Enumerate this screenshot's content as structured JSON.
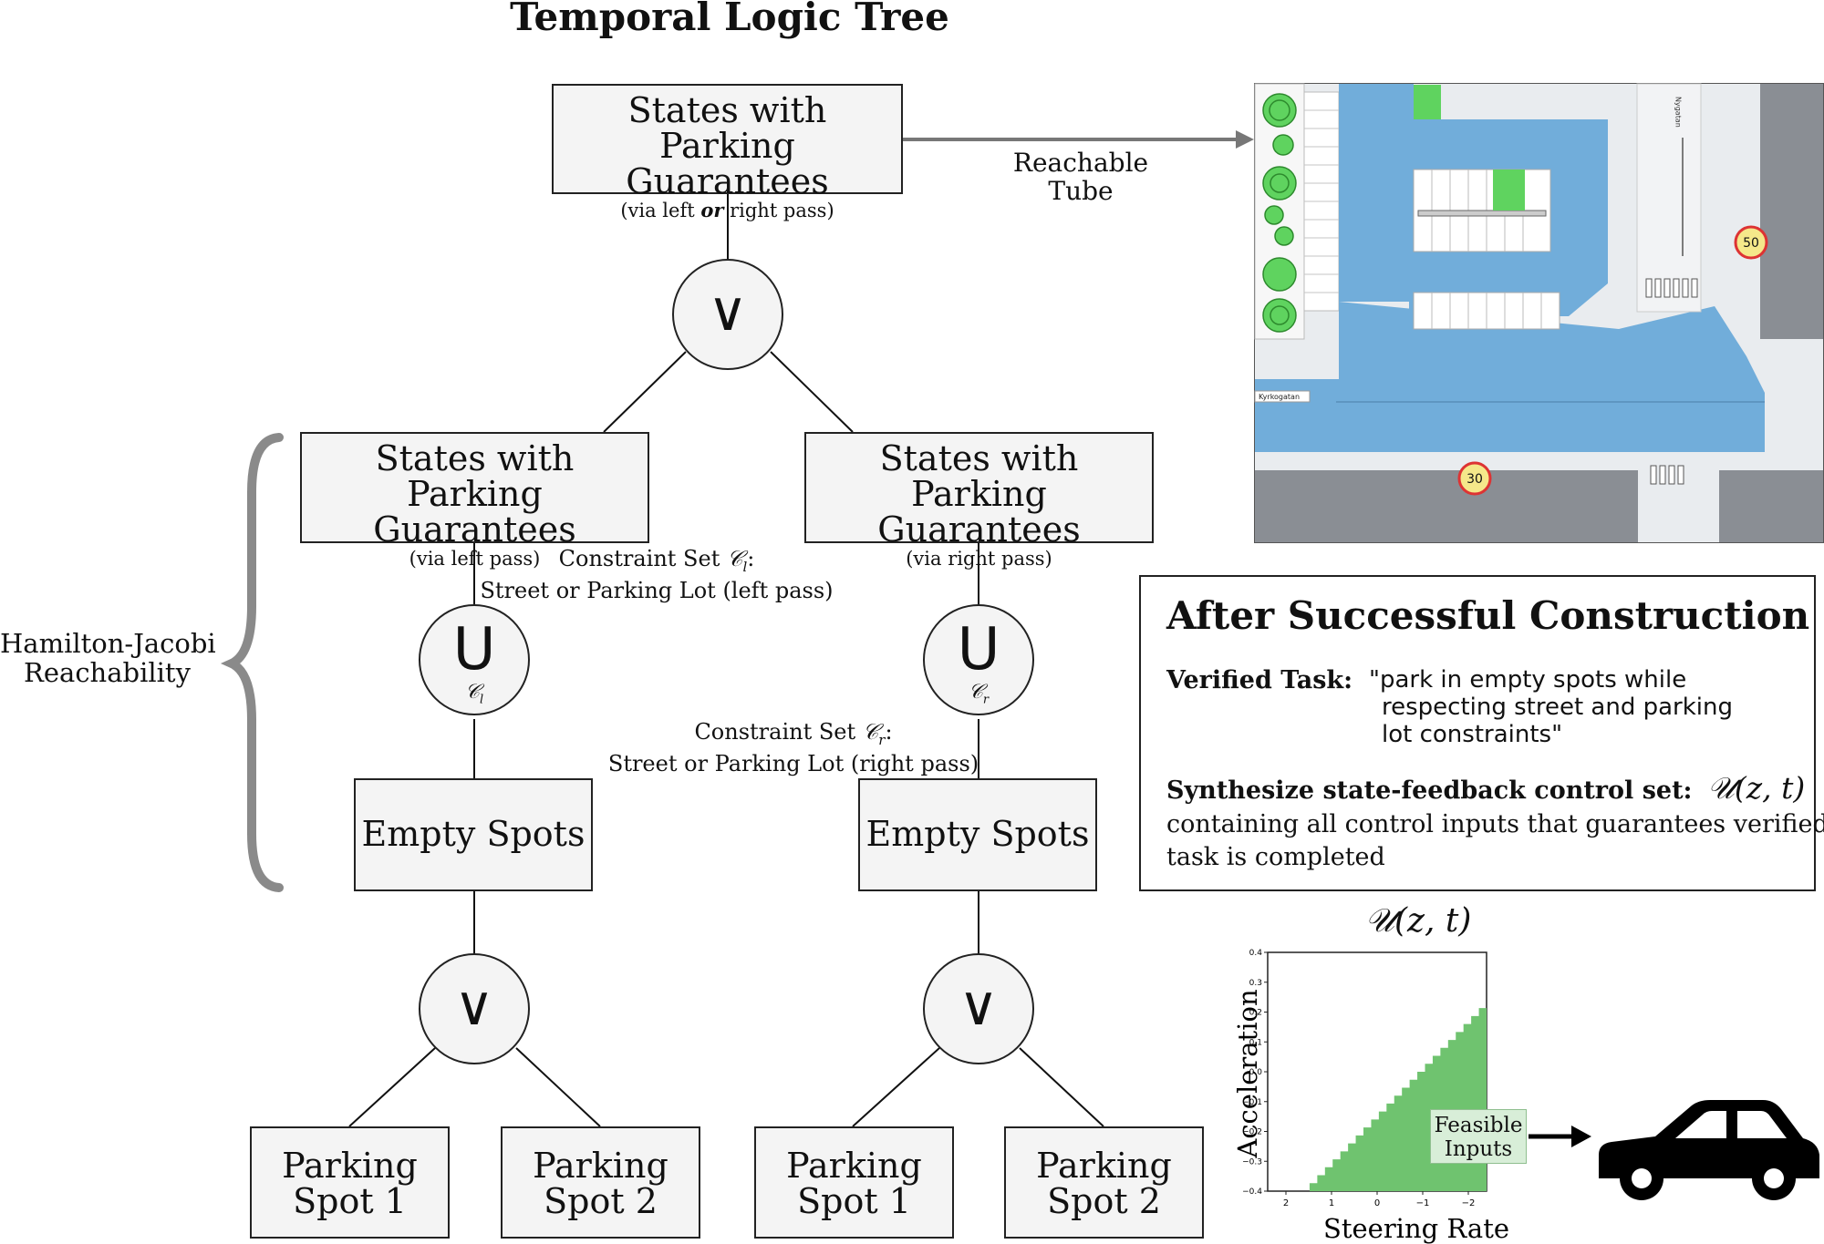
{
  "title": "Temporal Logic Tree",
  "root": {
    "line1": "States with",
    "line2": "Parking Guarantees",
    "sub_pre": "(via left ",
    "sub_or": "or",
    "sub_post": " right pass)"
  },
  "reachable_tube": {
    "line1": "Reachable",
    "line2": "Tube"
  },
  "or_symbol": "∨",
  "until_symbol": "U",
  "left_branch": {
    "line1": "States with",
    "line2": "Parking Guarantees",
    "sub": "(via left pass)",
    "constraint_title": "Constraint Set ",
    "constraint_symbol": "𝒞",
    "constraint_subscript": "l",
    "constraint_colon": ":",
    "constraint_desc": "Street or Parking Lot (left pass)",
    "empty_spots": "Empty Spots",
    "spot1": {
      "line1": "Parking",
      "line2": "Spot 1"
    },
    "spot2": {
      "line1": "Parking",
      "line2": "Spot 2"
    }
  },
  "right_branch": {
    "line1": "States with",
    "line2": "Parking Guarantees",
    "sub": "(via right pass)",
    "constraint_title": "Constraint Set ",
    "constraint_symbol": "𝒞",
    "constraint_subscript": "r",
    "constraint_colon": ":",
    "constraint_desc": "Street or Parking Lot (right pass)",
    "empty_spots": "Empty Spots",
    "spot1": {
      "line1": "Parking",
      "line2": "Spot 1"
    },
    "spot2": {
      "line1": "Parking",
      "line2": "Spot 2"
    }
  },
  "hj": {
    "line1": "Hamilton-Jacobi",
    "line2": "Reachability"
  },
  "map": {
    "street_north": "Nygatan",
    "street_west": "Kyrkogatan",
    "speed_limit_1": "50",
    "speed_limit_2": "30"
  },
  "construction": {
    "title": "After Successful Construction",
    "verified_label": "Verified Task:",
    "verified_line1": "\"park in empty spots while",
    "verified_line2": "respecting street and parking",
    "verified_line3": "lot constraints\"",
    "synth_label": "Synthesize state-feedback control set:",
    "synth_symbol": "𝒰(z, t)",
    "desc_line1": "containing all control inputs that guarantees verified",
    "desc_line2": "task is completed"
  },
  "chart_data": {
    "type": "area",
    "title": "𝒰(z, t)",
    "xlabel": "Steering Rate",
    "ylabel": "Acceleration",
    "x_ticks": [
      "2",
      "1",
      "0",
      "−1",
      "−2"
    ],
    "y_ticks": [
      "0.4",
      "0.3",
      "0.2",
      "0.1",
      "0.0",
      "−0.1",
      "−0.2",
      "−0.3",
      "−0.4"
    ],
    "xlim": [
      2.4,
      -2.4
    ],
    "ylim": [
      -0.4,
      0.4
    ],
    "boundary": {
      "x": [
        1.65,
        -2.4
      ],
      "y": [
        -0.4,
        0.24
      ]
    },
    "region_label": {
      "line1": "Feasible",
      "line2": "Inputs"
    },
    "fill_color": "#6fc36f"
  },
  "colors": {
    "reach": "#6aaad8",
    "green": "#5fd35f",
    "road": "#e9ecef",
    "building": "#8a8e94"
  }
}
